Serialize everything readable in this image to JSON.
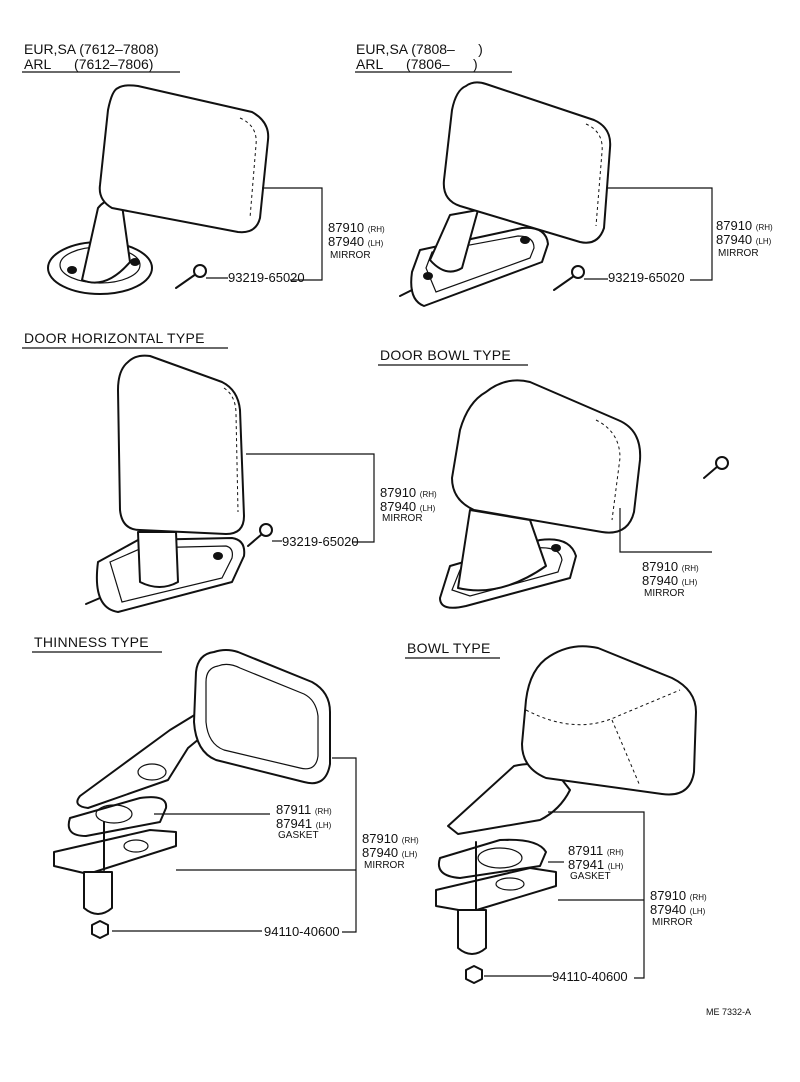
{
  "variants": {
    "v1": {
      "hdr1": "EUR,SA (7612–7808)",
      "hdr2": "ARL      (7612–7806)",
      "p1": "87910",
      "p1s": "(RH)",
      "p2": "87940",
      "p2s": "(LH)",
      "name": "MIRROR",
      "bolt": "93219-65020"
    },
    "v2": {
      "hdr1": "EUR,SA (7808–      )",
      "hdr2": "ARL      (7806–      )",
      "p1": "87910",
      "p1s": "(RH)",
      "p2": "87940",
      "p2s": "(LH)",
      "name": "MIRROR",
      "bolt": "93219-65020"
    },
    "door_horizontal": {
      "title": "DOOR HORIZONTAL TYPE",
      "p1": "87910",
      "p1s": "(RH)",
      "p2": "87940",
      "p2s": "(LH)",
      "name": "MIRROR",
      "bolt": "93219-65020"
    },
    "door_bowl": {
      "title": "DOOR BOWL TYPE",
      "p1": "87910",
      "p1s": "(RH)",
      "p2": "87940",
      "p2s": "(LH)",
      "name": "MIRROR"
    },
    "thinness": {
      "title": "THINNESS TYPE",
      "g1": "87911",
      "g1s": "(RH)",
      "g2": "87941",
      "g2s": "(LH)",
      "gname": "GASKET",
      "p1": "87910",
      "p1s": "(RH)",
      "p2": "87940",
      "p2s": "(LH)",
      "name": "MIRROR",
      "nut": "94110-40600"
    },
    "bowl": {
      "title": "BOWL TYPE",
      "g1": "87911",
      "g1s": "(RH)",
      "g2": "87941",
      "g2s": "(LH)",
      "gname": "GASKET",
      "p1": "87910",
      "p1s": "(RH)",
      "p2": "87940",
      "p2s": "(LH)",
      "name": "MIRROR",
      "nut": "94110-40600"
    }
  },
  "ref": "ME 7332-A"
}
